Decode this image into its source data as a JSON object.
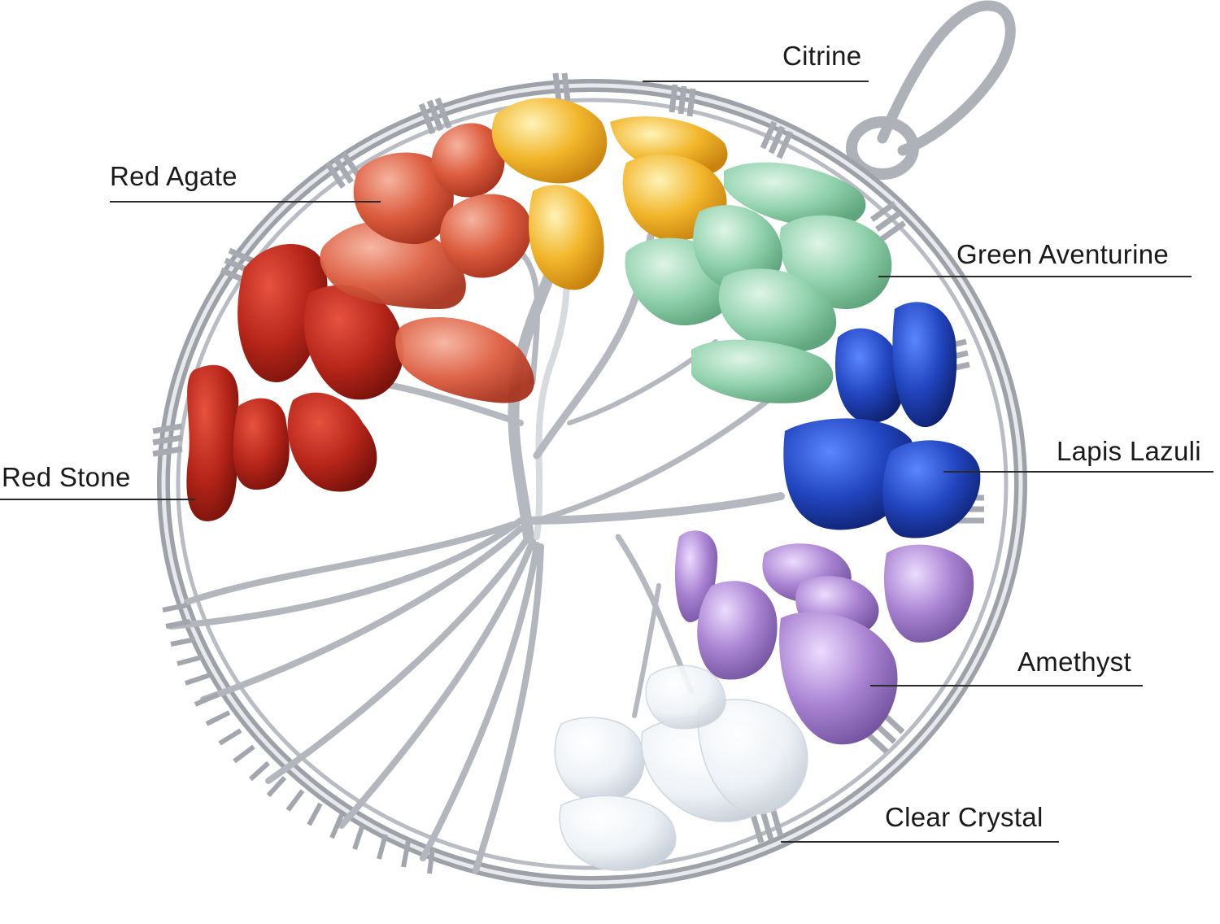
{
  "image": {
    "subject": "tree-of-life-pendant",
    "background": "#ffffff"
  },
  "labels": {
    "citrine": "Citrine",
    "red_agate": "Red Agate",
    "green_aventurine": "Green Aventurine",
    "red_stone": "Red Stone",
    "lapis_lazuli": "Lapis Lazuli",
    "amethyst": "Amethyst",
    "clear_crystal": "Clear Crystal"
  },
  "colors": {
    "text": "#1a1a1a",
    "leader_line": "#2a2a2a",
    "wire_silver": "#b9bcc2",
    "red_stone": "#b42419",
    "red_agate": "#d9583a",
    "citrine": "#f1b42a",
    "green_aventurine": "#8fd1ad",
    "lapis_lazuli": "#2347b8",
    "amethyst": "#a77fcf",
    "clear_crystal": "#e9eef3"
  }
}
